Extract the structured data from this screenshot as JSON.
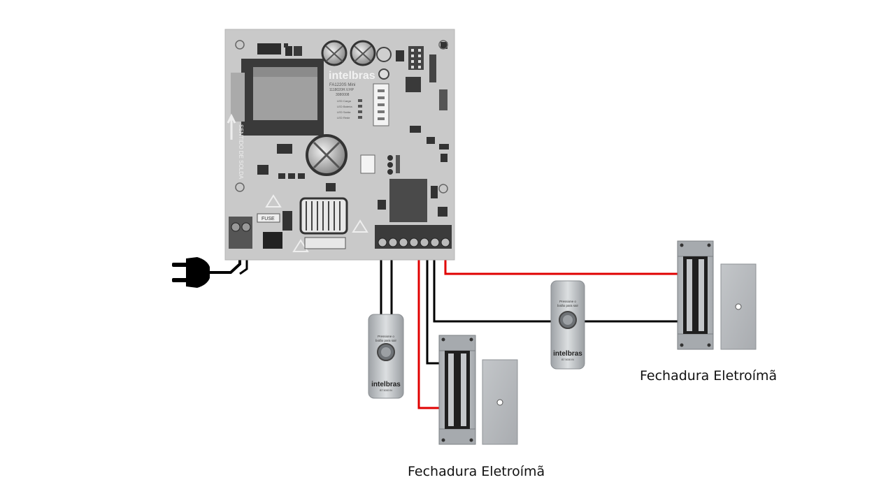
{
  "board": {
    "brand": "intelbras",
    "model_line1": "FA1220S Mini",
    "model_line2": "1118020H.V.HP",
    "model_line3": "3080008",
    "leds": [
      "LED Carga",
      "LED Bateria",
      "LED Saída",
      "LED Rede"
    ],
    "side_text": "SENTIDO DE SOLDA",
    "fuse": "FUSE"
  },
  "buttons": {
    "text_line1": "Pressione o",
    "text_line2": "botão para sair",
    "brand": "intelbras",
    "small": "BT 5000 IN"
  },
  "labels": {
    "lock_right": "Fechadura Eletroímã",
    "lock_bottom": "Fechadura Eletroímã"
  },
  "colors": {
    "wire_red": "#e00000",
    "wire_black": "#000000",
    "board": "#c9c9c9",
    "steel": "#b8bcc0"
  }
}
